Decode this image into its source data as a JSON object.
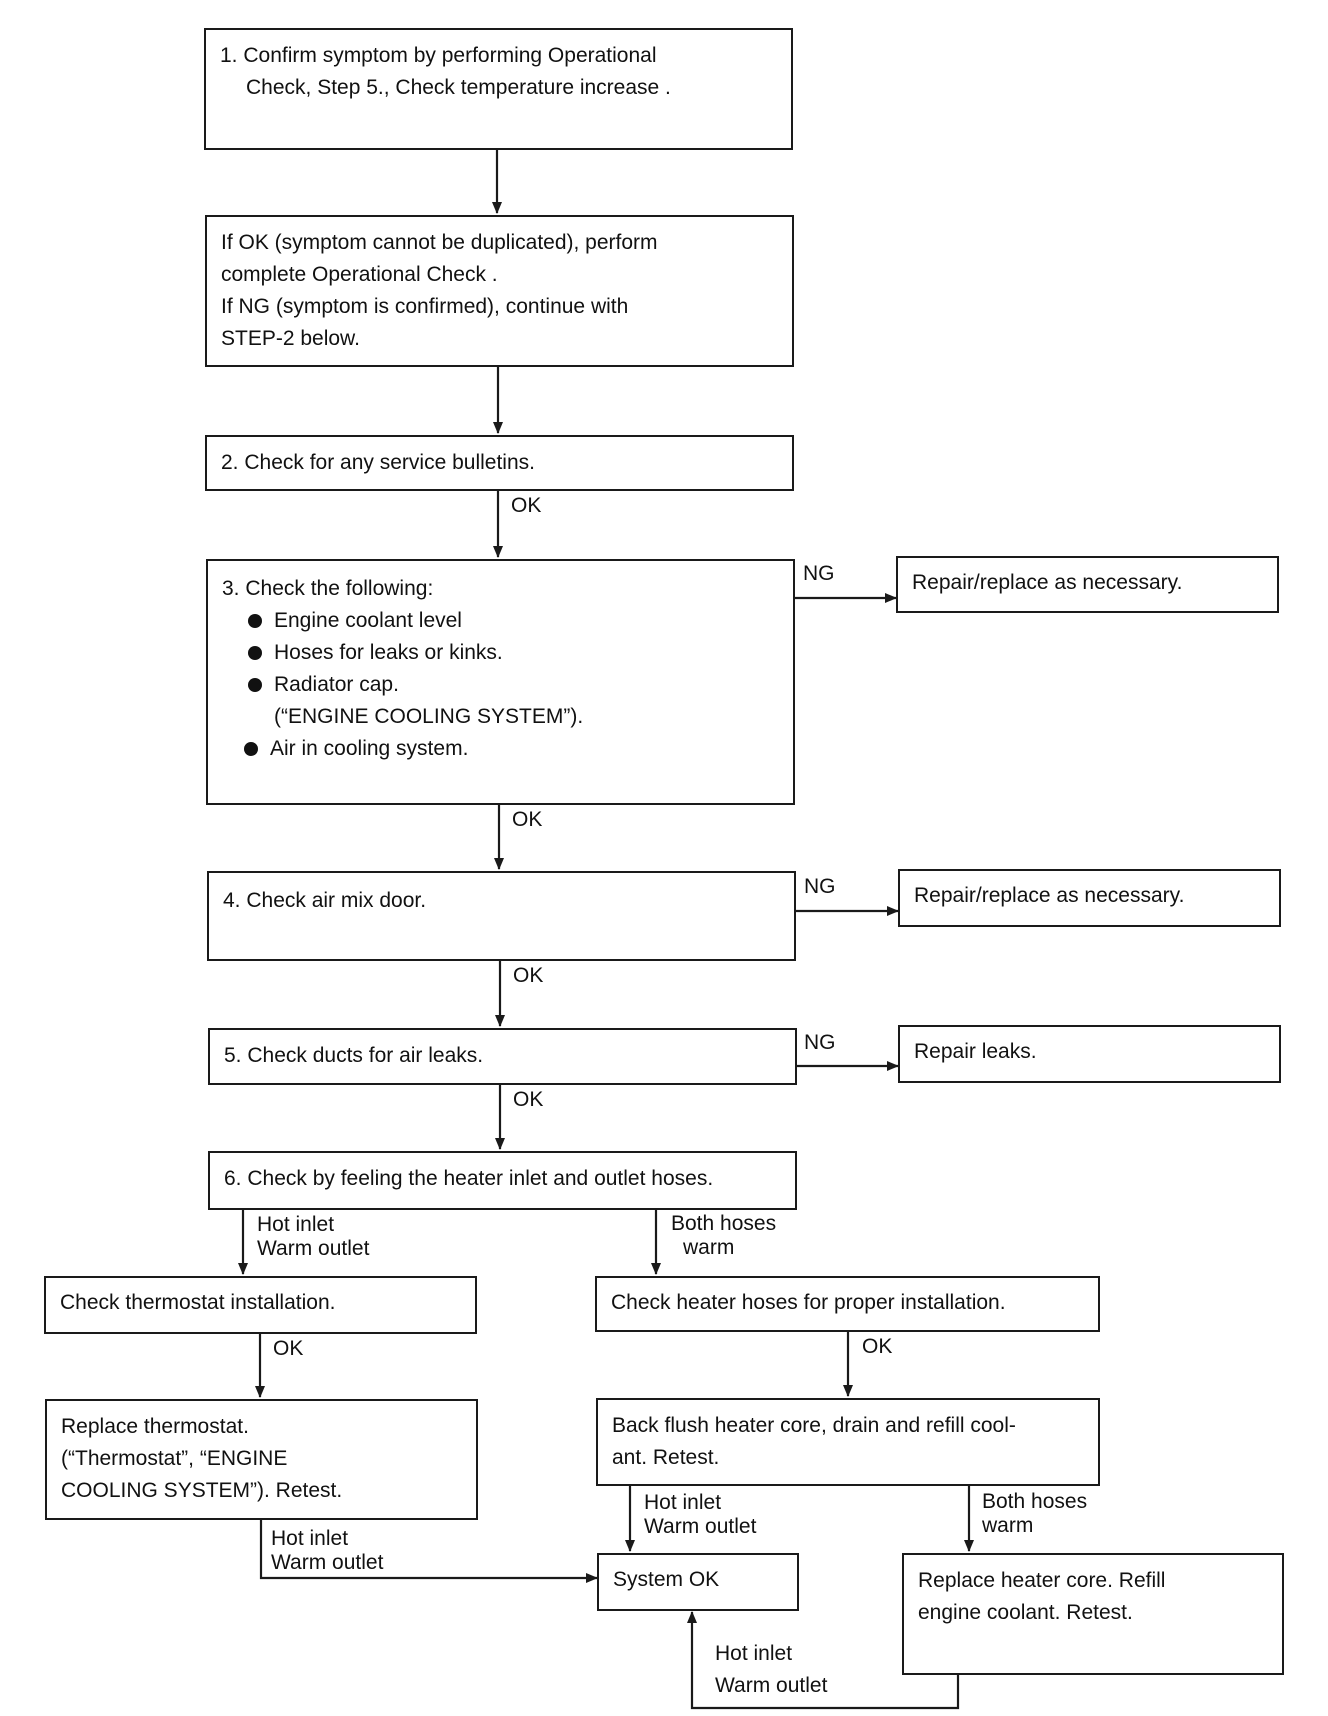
{
  "steps": {
    "s1": [
      "1. Confirm symptom by performing Operational",
      "Check, Step 5., Check temperature increase ."
    ],
    "s1b": [
      "If OK (symptom cannot be duplicated), perform",
      "complete Operational Check .",
      "If NG (symptom is confirmed), continue with",
      "STEP-2 below."
    ],
    "s2": "2. Check for any service bulletins.",
    "s3": {
      "title": "3. Check the following:",
      "items": [
        "Engine coolant level",
        "Hoses for leaks or kinks.",
        "Radiator cap."
      ],
      "note": "(“ENGINE COOLING SYSTEM”).",
      "last": "Air in cooling system."
    },
    "s4": "4. Check air mix door.",
    "s5": "5. Check ducts for air leaks.",
    "s6": "6. Check by feeling the heater inlet and outlet hoses."
  },
  "side": {
    "repair1": "Repair/replace as necessary.",
    "repair2": "Repair/replace as necessary.",
    "repair3": "Repair leaks."
  },
  "left": {
    "thermo_check": "Check thermostat installation.",
    "thermo_replace": [
      "Replace thermostat.",
      "(“Thermostat”, “ENGINE",
      "COOLING SYSTEM”). Retest."
    ]
  },
  "right": {
    "hose_check": "Check heater hoses for proper installation.",
    "backflush": [
      "Back flush heater core, drain and refill cool-",
      "ant. Retest."
    ],
    "core_replace": [
      "Replace heater core. Refill",
      "engine coolant. Retest."
    ]
  },
  "system_ok": "System OK",
  "labels": {
    "ok": "OK",
    "ng": "NG",
    "hot_inlet": "Hot inlet",
    "warm_outlet": "Warm outlet",
    "both_hoses": "Both hoses",
    "warm": "warm"
  }
}
